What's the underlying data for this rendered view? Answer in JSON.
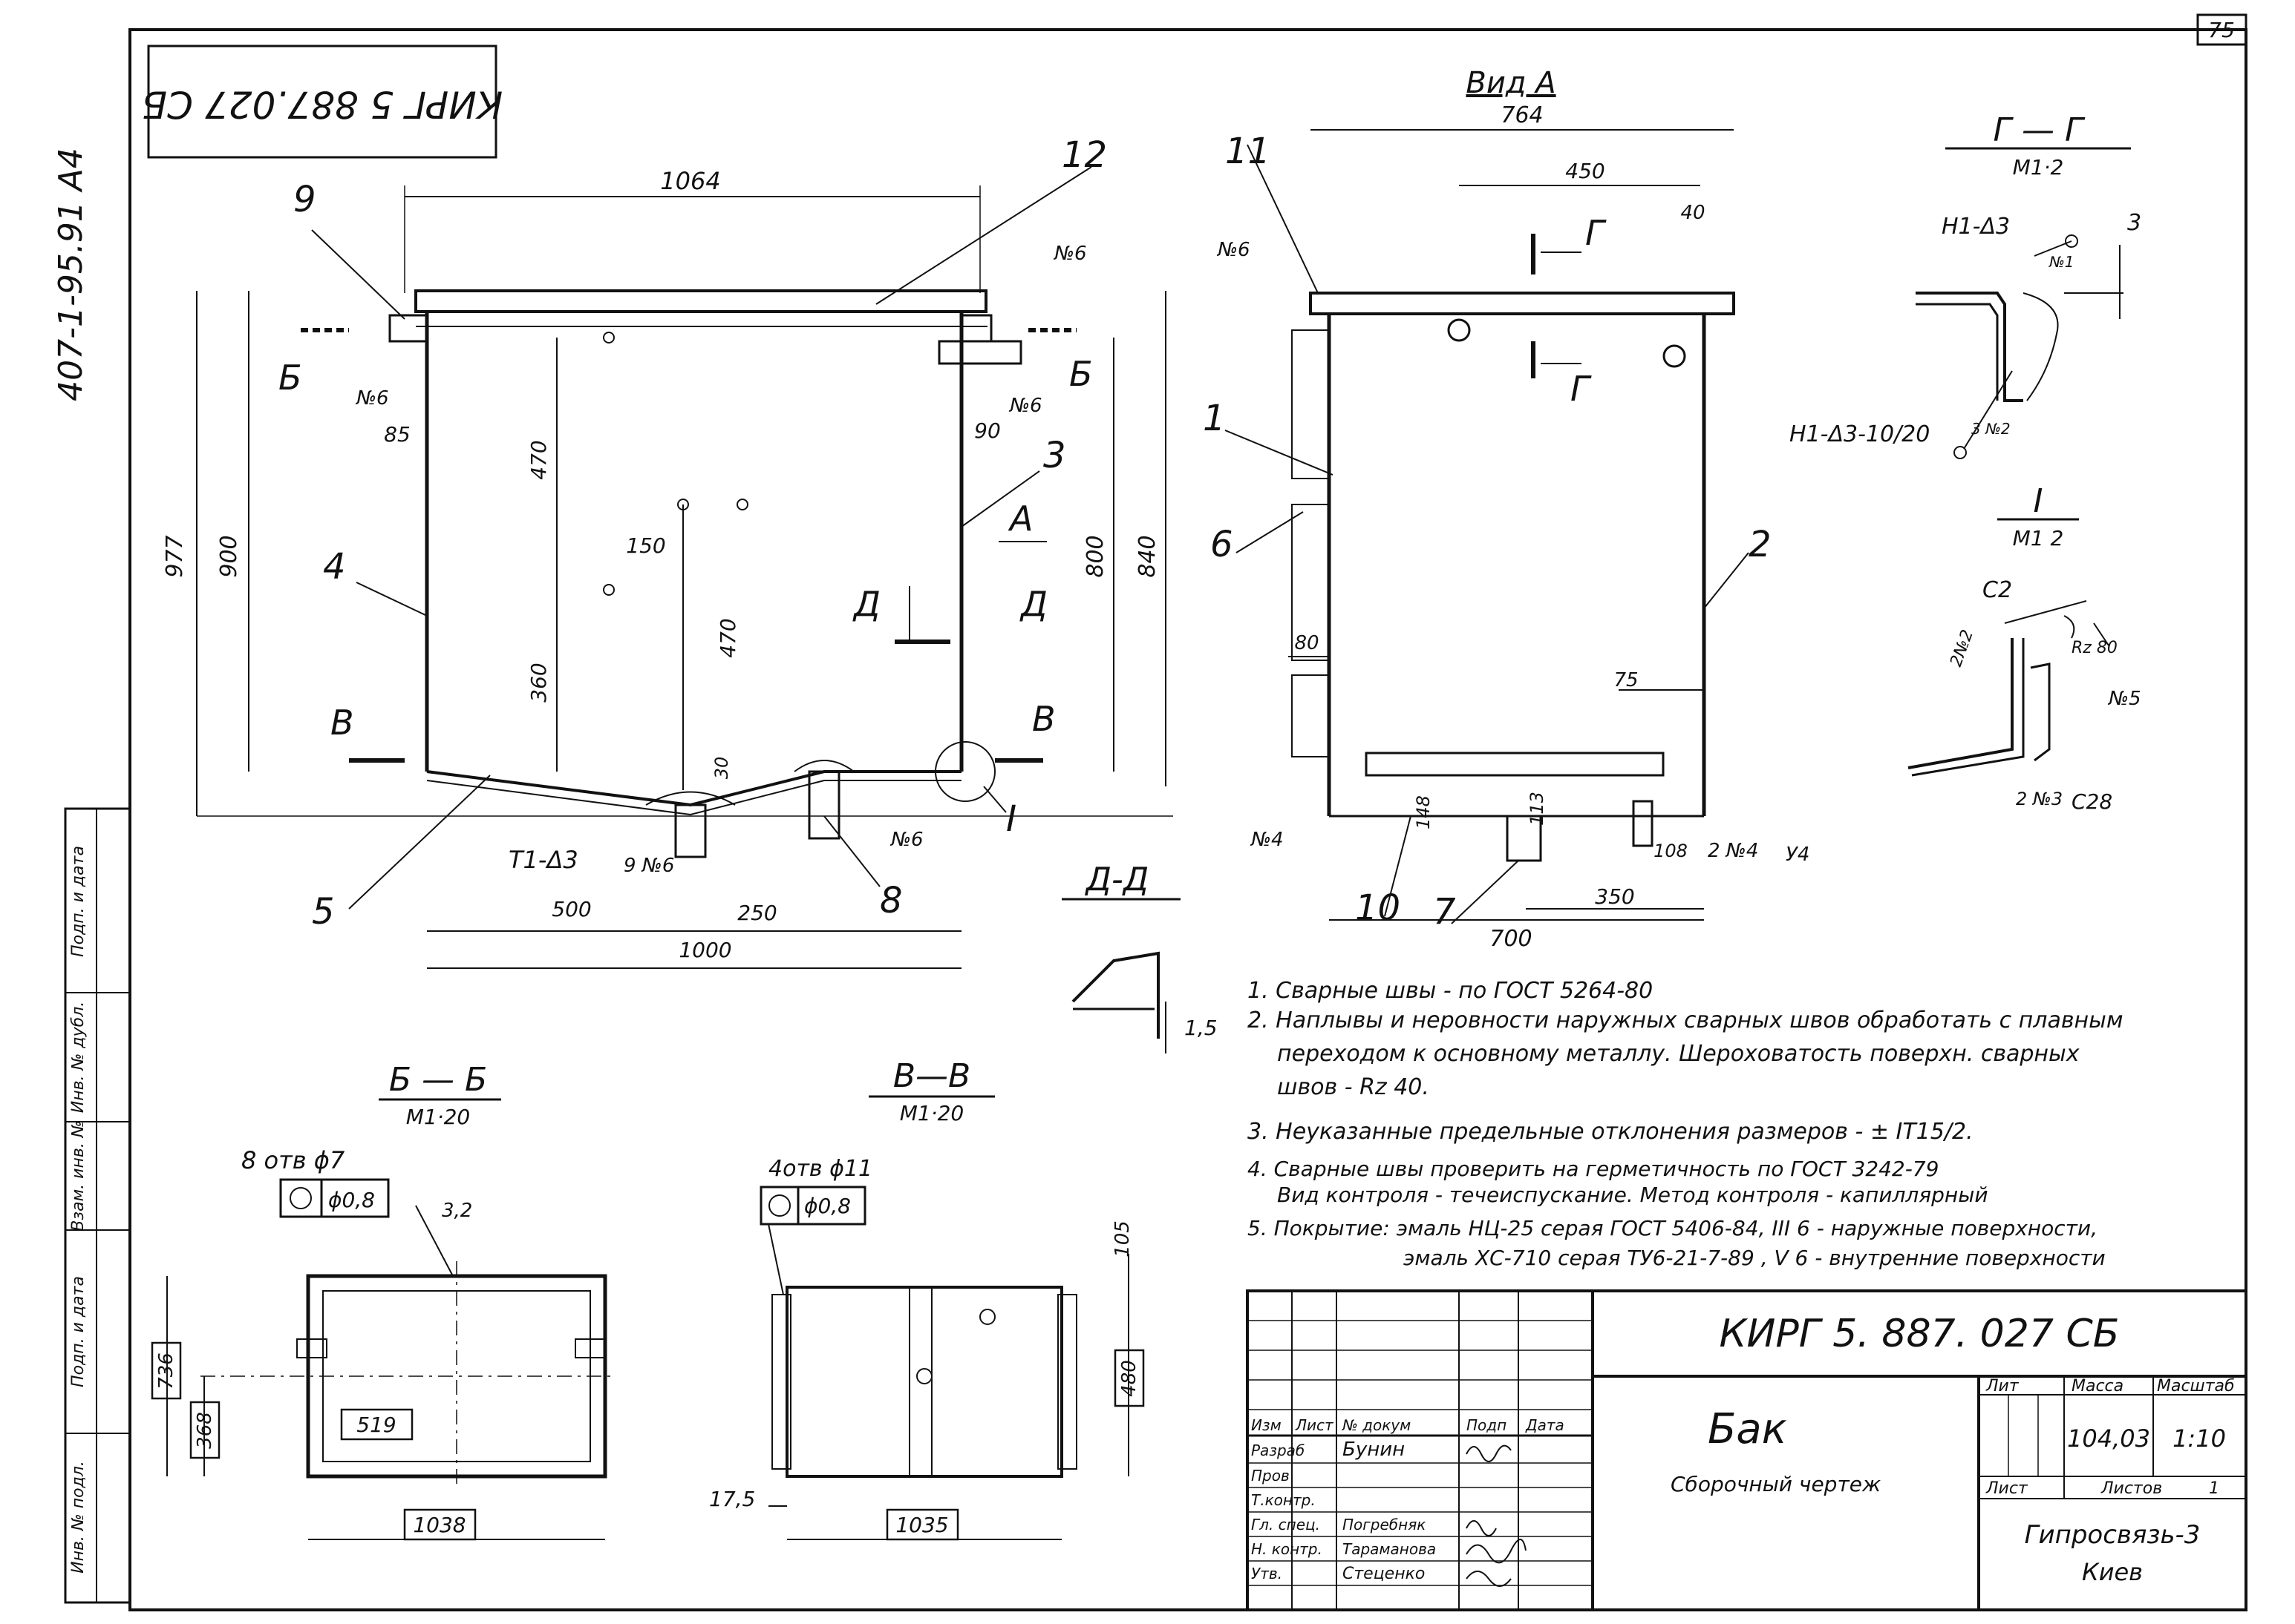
{
  "sheet_number": "75",
  "stamp_code": "КИРГ 5 887.027 СБ",
  "side_code": "407-1-95.91 А4",
  "side_columns": [
    "Подп. и дата",
    "Взам. инв. №",
    "Инв. № дубл.",
    "Подп. и дата",
    "Инв. № подл."
  ],
  "front_view": {
    "dims": [
      "1064",
      "977",
      "900",
      "85",
      "470",
      "360",
      "150",
      "470",
      "30",
      "90",
      "800",
      "840",
      "500",
      "250",
      "1000"
    ],
    "callouts": [
      "9",
      "12",
      "4",
      "3",
      "5",
      "8",
      "І"
    ],
    "section_marks": [
      "Б",
      "Б",
      "В",
      "В",
      "Д",
      "Д",
      "А"
    ],
    "weld_marks": [
      "№6",
      "№6",
      "№6",
      "№6",
      "9 №6"
    ],
    "weld_label": "Т1-Δ3"
  },
  "view_a": {
    "title": "Вид А",
    "dims": [
      "764",
      "450",
      "40",
      "80",
      "75",
      "148",
      "113",
      "108",
      "350",
      "700"
    ],
    "callouts": [
      "11",
      "1",
      "6",
      "2",
      "10",
      "7"
    ],
    "section_marks": [
      "Г",
      "Г"
    ],
    "weld_marks": [
      "№6",
      "№4",
      "2 №4",
      "У4"
    ]
  },
  "section_gg": {
    "title": "Г — Г",
    "scale": "М1·2",
    "labels": [
      "Н1-Δ3",
      "3",
      "№1",
      "Н1-Δ3-10/20",
      "3 №2"
    ]
  },
  "section_i": {
    "title": "І",
    "scale": "М1 2",
    "labels": [
      "С2",
      "2№2",
      "Rz 80",
      "№5",
      "2 №3",
      "С28"
    ]
  },
  "section_dd": {
    "title": "Д-Д",
    "labels": [
      "1,5"
    ]
  },
  "section_bb": {
    "title": "Б — Б",
    "scale": "М1·20",
    "holes": "8 отв ϕ7",
    "tolerance": "ϕ0,8",
    "dims": [
      "3,2",
      "736",
      "368",
      "519",
      "1038"
    ]
  },
  "section_vv": {
    "title": "В—В",
    "scale": "М1·20",
    "holes": "4отв ϕ11",
    "tolerance": "ϕ0,8",
    "dims": [
      "105",
      "480",
      "17,5",
      "1035"
    ]
  },
  "notes": [
    "1. Сварные швы - по ГОСТ 5264-80",
    "2. Наплывы и неровности наружных сварных швов обработать с плавным",
    "переходом к основному металлу. Шероховатость поверхн. сварных",
    "швов - Rz 40.",
    "3. Неуказанные предельные отклонения размеров - ± IT15/2.",
    "4. Сварные швы проверить на герметичность по ГОСТ 3242-79",
    "Вид контроля - течеиспускание. Метод контроля - капиллярный",
    "5. Покрытие: эмаль НЦ-25 серая ГОСТ 5406-84, III 6 - наружные поверхности,",
    "эмаль ХС-710 серая ТУ6-21-7-89 , V 6 - внутренние поверхности"
  ],
  "title_block": {
    "code": "КИРГ 5. 887. 027 СБ",
    "name": "Бак",
    "doc_type": "Сборочный чертеж",
    "headers": [
      "Изм",
      "Лист",
      "№ докум",
      "Подп",
      "Дата"
    ],
    "rows": [
      {
        "role": "Разраб",
        "name": "Бунин"
      },
      {
        "role": "Пров",
        "name": ""
      },
      {
        "role": "Т.контр.",
        "name": ""
      },
      {
        "role": "Гл. спец.",
        "name": "Погребняк"
      },
      {
        "role": "Н. контр.",
        "name": "Тараманова"
      },
      {
        "role": "Утв.",
        "name": "Стеценко"
      }
    ],
    "lit_label": "Лит",
    "mass_label": "Масса",
    "scale_label": "Масштаб",
    "mass": "104,03",
    "scale": "1:10",
    "sheet_label": "Лист",
    "sheets_label": "Листов",
    "sheets": "1",
    "org": "Гипросвязь-3",
    "city": "Киев"
  }
}
